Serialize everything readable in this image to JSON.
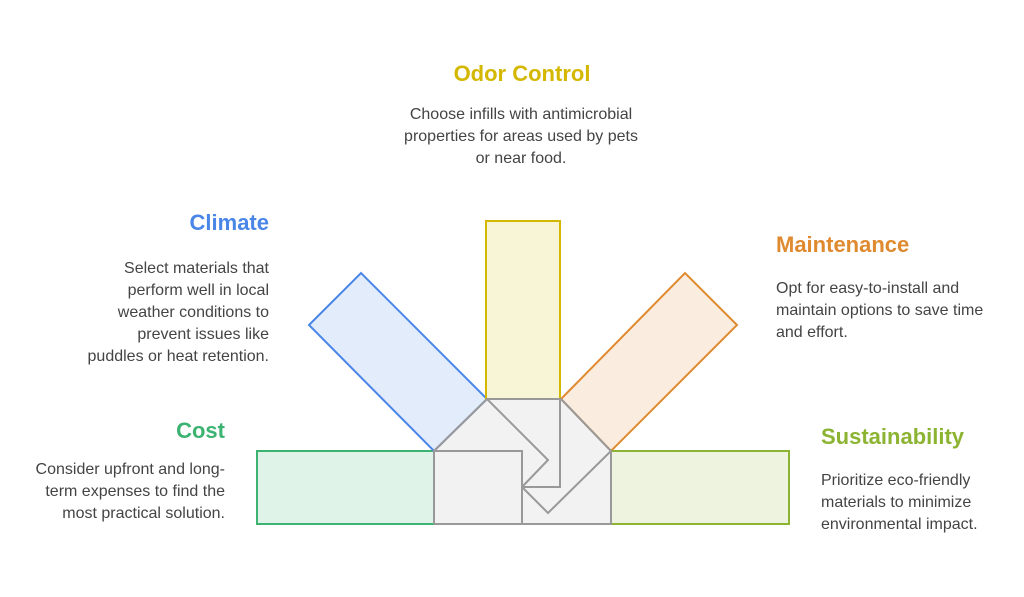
{
  "colors": {
    "odor": "#d4b800",
    "climate": "#4a86e8",
    "maintenance": "#e08a30",
    "cost": "#3cb371",
    "sustainability": "#8cb432",
    "hub_stroke": "#999999",
    "hub_fill": "#f2f2f2",
    "text": "#444444"
  },
  "sections": {
    "odor": {
      "title": "Odor Control",
      "description": "Choose infills with antimicrobial properties for areas used by pets or near food."
    },
    "climate": {
      "title": "Climate",
      "description": "Select materials that perform well in local weather conditions to prevent issues like puddles or heat retention."
    },
    "maintenance": {
      "title": "Maintenance",
      "description": "Opt for easy-to-install and maintain options to save time and effort."
    },
    "cost": {
      "title": "Cost",
      "description": "Consider upfront and long-term expenses to find the most practical solution."
    },
    "sustainability": {
      "title": "Sustainability",
      "description": "Prioritize eco-friendly materials to minimize environmental impact."
    }
  }
}
